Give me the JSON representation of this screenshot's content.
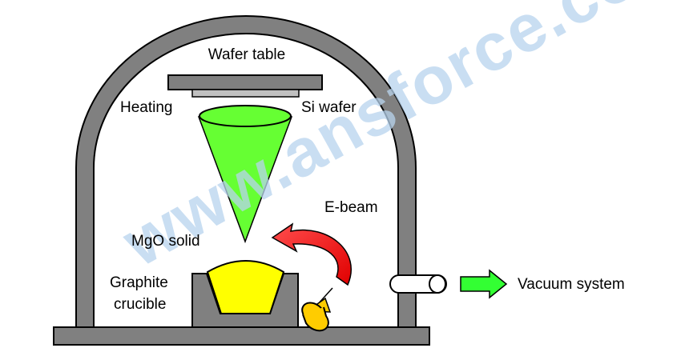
{
  "labels": {
    "wafer_table": "Wafer table",
    "heating": "Heating",
    "si_wafer": "Si wafer",
    "e_beam": "E-beam",
    "mgo_solid": "MgO solid",
    "graphite_line1": "Graphite",
    "graphite_line2": "crucible",
    "vacuum_system": "Vacuum system"
  },
  "watermark": "www.ansforce.com",
  "colors": {
    "chamber": "#808080",
    "outline": "#000000",
    "wafer_table": "#808080",
    "si_wafer": "#c0c0c0",
    "vapor_plume": "#66ff33",
    "mgo_material": "#ffff00",
    "crucible": "#808080",
    "ebeam_arrow": "#ff0000",
    "gun": "#ffcc00",
    "vacuum_arrow": "#33ff33",
    "watermark": "#b8d4ee"
  }
}
